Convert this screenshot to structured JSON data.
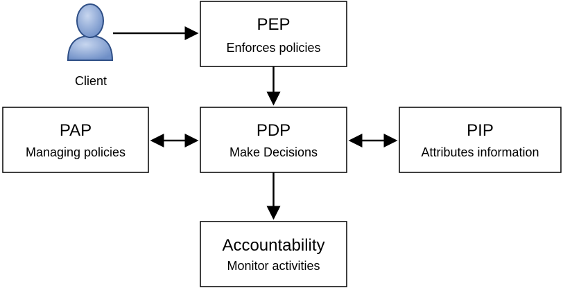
{
  "client": {
    "label": "Client"
  },
  "boxes": {
    "pep": {
      "title": "PEP",
      "subtitle": "Enforces policies"
    },
    "pap": {
      "title": "PAP",
      "subtitle": "Managing policies"
    },
    "pdp": {
      "title": "PDP",
      "subtitle": "Make Decisions"
    },
    "pip": {
      "title": "PIP",
      "subtitle": "Attributes information"
    },
    "accountability": {
      "title": "Accountability",
      "subtitle": "Monitor activities"
    }
  },
  "colors": {
    "box_stroke": "#000000",
    "box_fill": "#ffffff",
    "arrow": "#000000",
    "client_fill": "#8aa7d6",
    "client_stroke": "#2f4f86"
  }
}
